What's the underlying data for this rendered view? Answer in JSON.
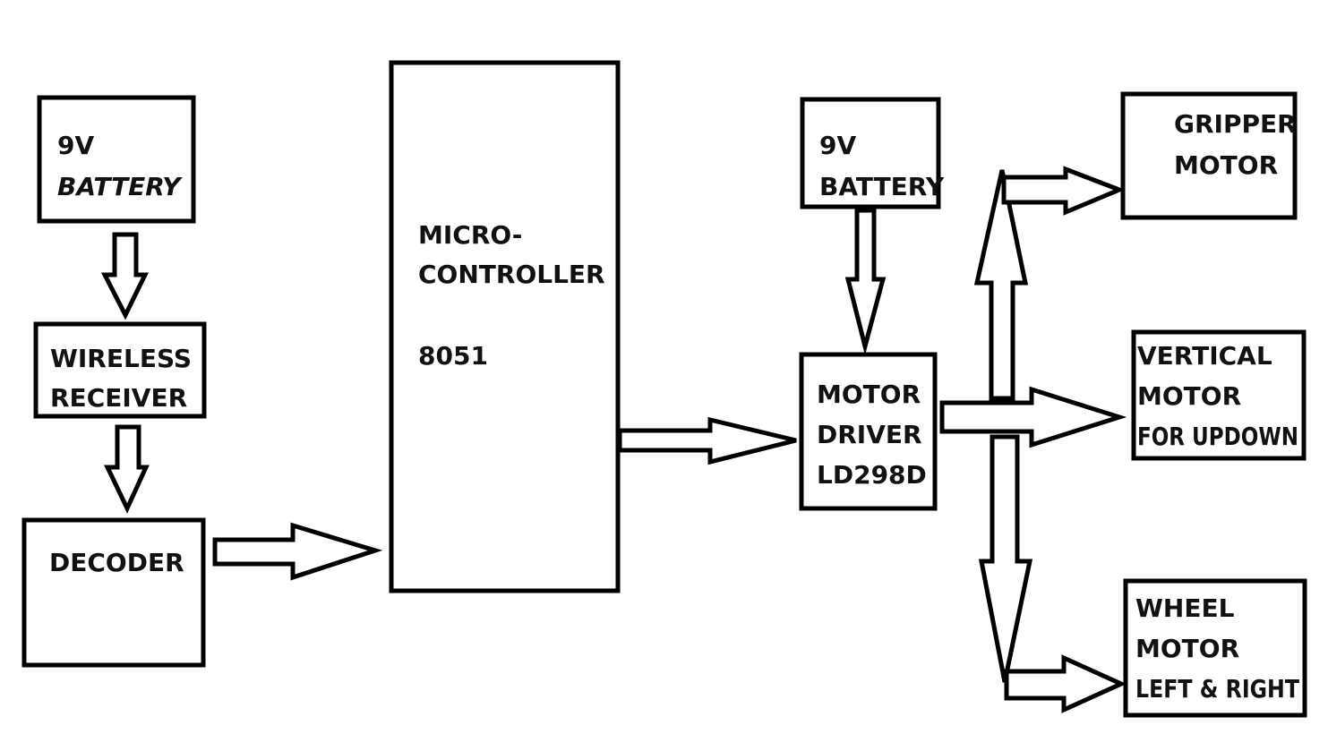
{
  "diagram": {
    "battery_left": {
      "line1": "9V",
      "line2": "BATTERY"
    },
    "wireless_receiver": {
      "line1": "WIRELESS",
      "line2": "RECEIVER"
    },
    "decoder": {
      "line1": "DECODER"
    },
    "microcontroller": {
      "line1": "MICRO-",
      "line2": "CONTROLLER",
      "line3": "8051"
    },
    "battery_right": {
      "line1": "9V",
      "line2": "BATTERY"
    },
    "motor_driver": {
      "line1": "MOTOR",
      "line2": "DRIVER",
      "line3": "LD298D"
    },
    "gripper_motor": {
      "line1": "GRIPPER",
      "line2": "MOTOR"
    },
    "vertical_motor": {
      "line1": "VERTICAL",
      "line2": "MOTOR",
      "line3": "FOR UPDOWN"
    },
    "wheel_motor": {
      "line1": "WHEEL",
      "line2": "MOTOR",
      "line3": "LEFT & RIGHT"
    }
  }
}
